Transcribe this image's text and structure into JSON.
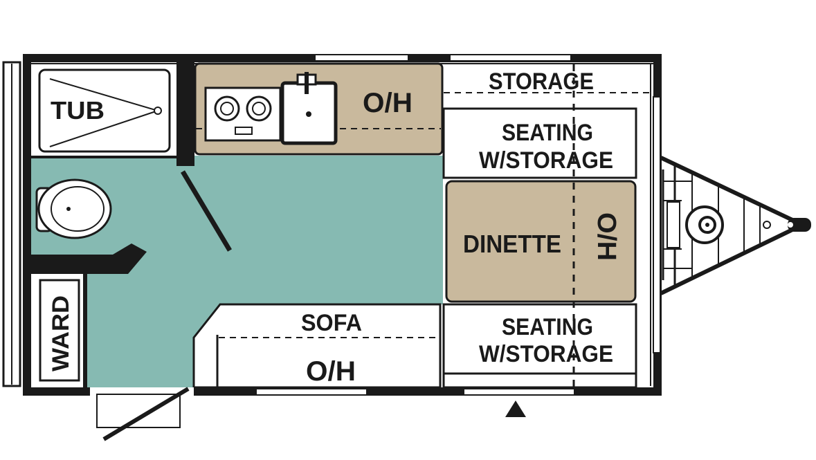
{
  "floorplan": {
    "colors": {
      "wall": "#1a1a1a",
      "floor": "#86bab2",
      "counter": "#c9b99d",
      "furniture": "#ffffff",
      "background": "#ffffff"
    },
    "labels": {
      "tub": "TUB",
      "galley_overhead": "O/H",
      "storage": "STORAGE",
      "seating_top_line1": "SEATING",
      "seating_top_line2": "W/STORAGE",
      "dinette": "DINETTE",
      "dinette_overhead": "O/H",
      "seating_bottom_line1": "SEATING",
      "seating_bottom_line2": "W/STORAGE",
      "sofa": "SOFA",
      "sofa_overhead": "O/H",
      "wardrobe": "WARD"
    },
    "icons": {
      "stove": "stove-icon",
      "sink": "sink-icon",
      "toilet": "toilet-icon",
      "spare_tire": "spare-tire-icon",
      "hitch": "hitch-icon",
      "axle_marker": "axle-marker-icon"
    }
  }
}
